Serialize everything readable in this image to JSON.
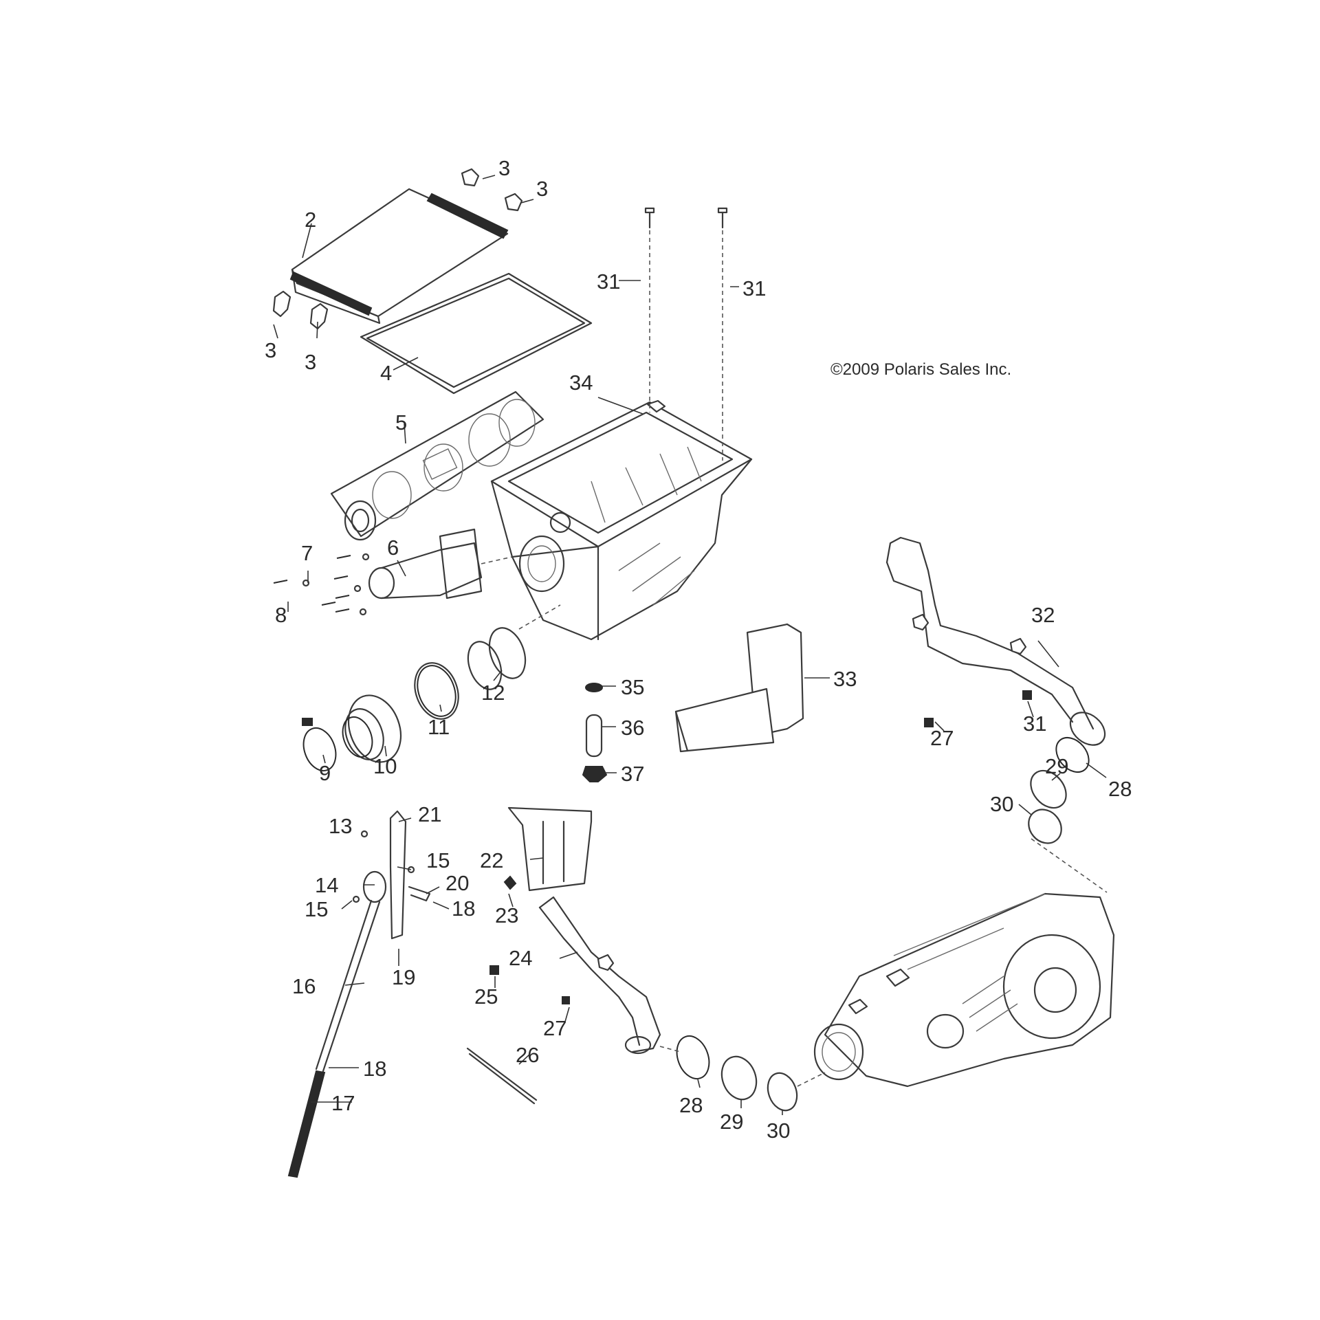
{
  "copyright": "©2009 Polaris Sales Inc.",
  "colors": {
    "line": "#3a3a3a",
    "background": "#ffffff"
  },
  "callouts": [
    "3",
    "3",
    "3",
    "3",
    "2",
    "4",
    "31",
    "31",
    "34",
    "5",
    "6",
    "7",
    "8",
    "12",
    "11",
    "10",
    "9",
    "35",
    "36",
    "37",
    "33",
    "32",
    "27",
    "31",
    "28",
    "29",
    "30",
    "13",
    "21",
    "15",
    "14",
    "20",
    "15",
    "18",
    "22",
    "23",
    "16",
    "19",
    "24",
    "25",
    "27",
    "26",
    "18",
    "17",
    "28",
    "29",
    "30"
  ]
}
